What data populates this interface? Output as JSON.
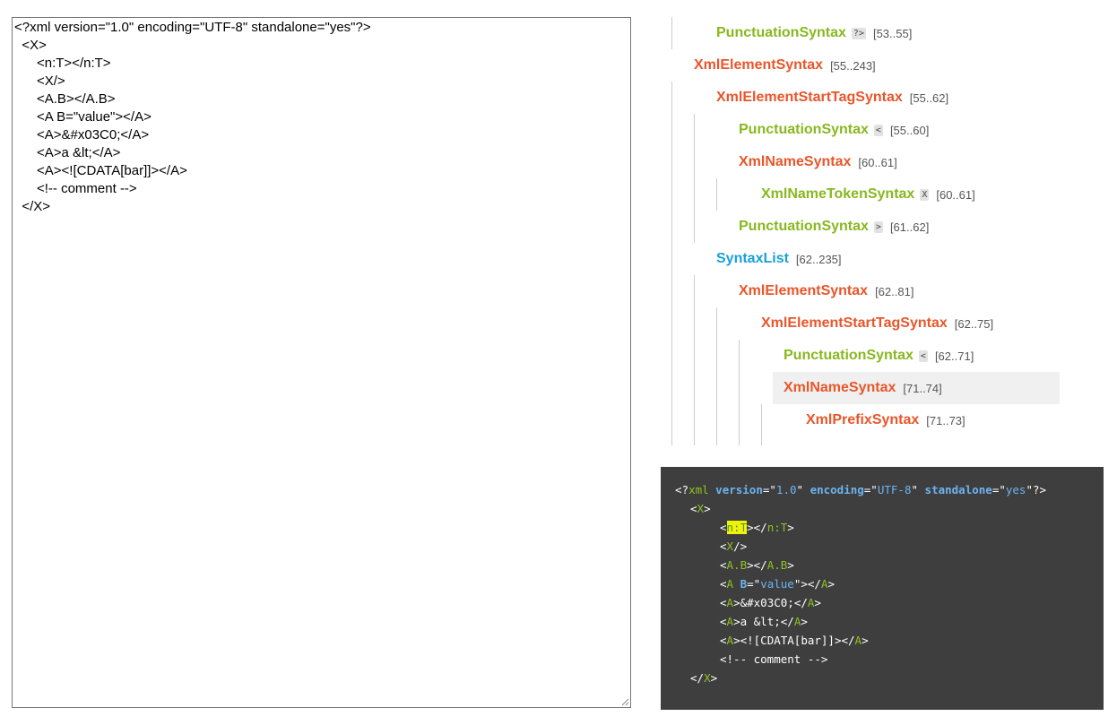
{
  "editor": {
    "text": "<?xml version=\"1.0\" encoding=\"UTF-8\" standalone=\"yes\"?>\n  <X>\n      <n:T></n:T>\n      <X/>\n      <A.B></A.B>\n      <A B=\"value\"></A>\n      <A>&#x03C0;</A>\n      <A>a &lt;</A>\n      <A><![CDATA[bar]]></A>\n      <!-- comment -->\n  </X>"
  },
  "colors": {
    "node_element": "#e8562a",
    "node_token": "#88b81f",
    "node_list": "#1aa0d8",
    "preview_bg": "#3e3e3e",
    "highlight": "#f1f10a"
  },
  "tree": {
    "nodes": [
      {
        "name": "PunctuationSyntax",
        "kind": "token",
        "token": "?>",
        "range": "[53..55]",
        "depth": 2
      },
      {
        "name": "XmlElementSyntax",
        "kind": "element",
        "range": "[55..243]",
        "depth": 1
      },
      {
        "name": "XmlElementStartTagSyntax",
        "kind": "element",
        "range": "[55..62]",
        "depth": 2
      },
      {
        "name": "PunctuationSyntax",
        "kind": "token",
        "token": "<",
        "range": "[55..60]",
        "depth": 3
      },
      {
        "name": "XmlNameSyntax",
        "kind": "element",
        "range": "[60..61]",
        "depth": 3
      },
      {
        "name": "XmlNameTokenSyntax",
        "kind": "token",
        "token": "X",
        "range": "[60..61]",
        "depth": 4
      },
      {
        "name": "PunctuationSyntax",
        "kind": "token",
        "token": ">",
        "range": "[61..62]",
        "depth": 3
      },
      {
        "name": "SyntaxList",
        "kind": "list",
        "range": "[62..235]",
        "depth": 2
      },
      {
        "name": "XmlElementSyntax",
        "kind": "element",
        "range": "[62..81]",
        "depth": 3
      },
      {
        "name": "XmlElementStartTagSyntax",
        "kind": "element",
        "range": "[62..75]",
        "depth": 4
      },
      {
        "name": "PunctuationSyntax",
        "kind": "token",
        "token": "<",
        "range": "[62..71]",
        "depth": 5
      },
      {
        "name": "XmlNameSyntax",
        "kind": "element",
        "range": "[71..74]",
        "depth": 5,
        "selected": true
      },
      {
        "name": "XmlPrefixSyntax",
        "kind": "element",
        "range": "[71..73]",
        "depth": 6
      }
    ]
  },
  "preview": {
    "lines": [
      {
        "indent": 0,
        "spans": [
          [
            "punct",
            "<?"
          ],
          [
            "name",
            "xml"
          ],
          [
            "text",
            " "
          ],
          [
            "attr",
            "version"
          ],
          [
            "punct",
            "=\""
          ],
          [
            "str",
            "1.0"
          ],
          [
            "punct",
            "\" "
          ],
          [
            "attr",
            "encoding"
          ],
          [
            "punct",
            "=\""
          ],
          [
            "str",
            "UTF-8"
          ],
          [
            "punct",
            "\" "
          ],
          [
            "attr",
            "standalone"
          ],
          [
            "punct",
            "=\""
          ],
          [
            "str",
            "yes"
          ],
          [
            "punct",
            "\"?>"
          ]
        ]
      },
      {
        "indent": 1,
        "spans": [
          [
            "punct",
            "<"
          ],
          [
            "name",
            "X"
          ],
          [
            "punct",
            ">"
          ]
        ]
      },
      {
        "indent": 2,
        "spans": [
          [
            "punct",
            "<"
          ],
          [
            "hl",
            "n:T"
          ],
          [
            "punct",
            "></"
          ],
          [
            "name",
            "n:T"
          ],
          [
            "punct",
            ">"
          ]
        ]
      },
      {
        "indent": 2,
        "spans": [
          [
            "punct",
            "<"
          ],
          [
            "name",
            "X"
          ],
          [
            "punct",
            "/>"
          ]
        ]
      },
      {
        "indent": 2,
        "spans": [
          [
            "punct",
            "<"
          ],
          [
            "name",
            "A.B"
          ],
          [
            "punct",
            "></"
          ],
          [
            "name",
            "A.B"
          ],
          [
            "punct",
            ">"
          ]
        ]
      },
      {
        "indent": 2,
        "spans": [
          [
            "punct",
            "<"
          ],
          [
            "name",
            "A"
          ],
          [
            "text",
            " "
          ],
          [
            "attr",
            "B"
          ],
          [
            "punct",
            "=\""
          ],
          [
            "str",
            "value"
          ],
          [
            "punct",
            "\"></"
          ],
          [
            "name",
            "A"
          ],
          [
            "punct",
            ">"
          ]
        ]
      },
      {
        "indent": 2,
        "spans": [
          [
            "punct",
            "<"
          ],
          [
            "name",
            "A"
          ],
          [
            "punct",
            ">"
          ],
          [
            "text",
            "&#x03C0;"
          ],
          [
            "punct",
            "</"
          ],
          [
            "name",
            "A"
          ],
          [
            "punct",
            ">"
          ]
        ]
      },
      {
        "indent": 2,
        "spans": [
          [
            "punct",
            "<"
          ],
          [
            "name",
            "A"
          ],
          [
            "punct",
            ">"
          ],
          [
            "text",
            "a &lt;"
          ],
          [
            "punct",
            "</"
          ],
          [
            "name",
            "A"
          ],
          [
            "punct",
            ">"
          ]
        ]
      },
      {
        "indent": 2,
        "spans": [
          [
            "punct",
            "<"
          ],
          [
            "name",
            "A"
          ],
          [
            "punct",
            ">"
          ],
          [
            "text",
            "<![CDATA[bar]]>"
          ],
          [
            "punct",
            "</"
          ],
          [
            "name",
            "A"
          ],
          [
            "punct",
            ">"
          ]
        ]
      },
      {
        "indent": 2,
        "spans": [
          [
            "comment",
            "<!-- comment -->"
          ]
        ]
      },
      {
        "indent": 1,
        "spans": [
          [
            "punct",
            "</"
          ],
          [
            "name",
            "X"
          ],
          [
            "punct",
            ">"
          ]
        ]
      }
    ]
  }
}
